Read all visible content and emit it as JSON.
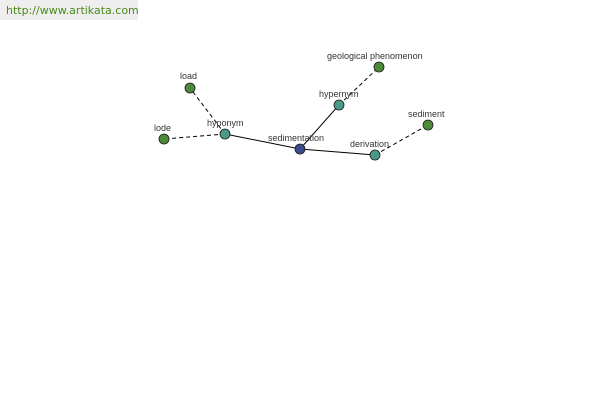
{
  "site": {
    "url_text": "http://www.artikata.com"
  },
  "graph": {
    "node_colors": {
      "center": "#3a4a8c",
      "relation": "#4a9a8a",
      "leaf": "#4e8a3a"
    },
    "edge_color": "#000000",
    "nodes": [
      {
        "id": "sedimentation",
        "label": "sedimentation",
        "kind": "center"
      },
      {
        "id": "hyponym",
        "label": "hyponym",
        "kind": "relation"
      },
      {
        "id": "hypernym",
        "label": "hypernym",
        "kind": "relation"
      },
      {
        "id": "derivation",
        "label": "derivation",
        "kind": "relation"
      },
      {
        "id": "load",
        "label": "load",
        "kind": "leaf"
      },
      {
        "id": "lode",
        "label": "lode",
        "kind": "leaf"
      },
      {
        "id": "geological-phenomenon",
        "label": "geological phenomenon",
        "kind": "leaf"
      },
      {
        "id": "sediment",
        "label": "sediment",
        "kind": "leaf"
      }
    ],
    "edges": [
      {
        "from": "sedimentation",
        "to": "hyponym",
        "style": "solid"
      },
      {
        "from": "sedimentation",
        "to": "hypernym",
        "style": "solid"
      },
      {
        "from": "sedimentation",
        "to": "derivation",
        "style": "solid"
      },
      {
        "from": "hyponym",
        "to": "load",
        "style": "dashed"
      },
      {
        "from": "hyponym",
        "to": "lode",
        "style": "dashed"
      },
      {
        "from": "hypernym",
        "to": "geological-phenomenon",
        "style": "dashed"
      },
      {
        "from": "derivation",
        "to": "sediment",
        "style": "dashed"
      }
    ]
  }
}
